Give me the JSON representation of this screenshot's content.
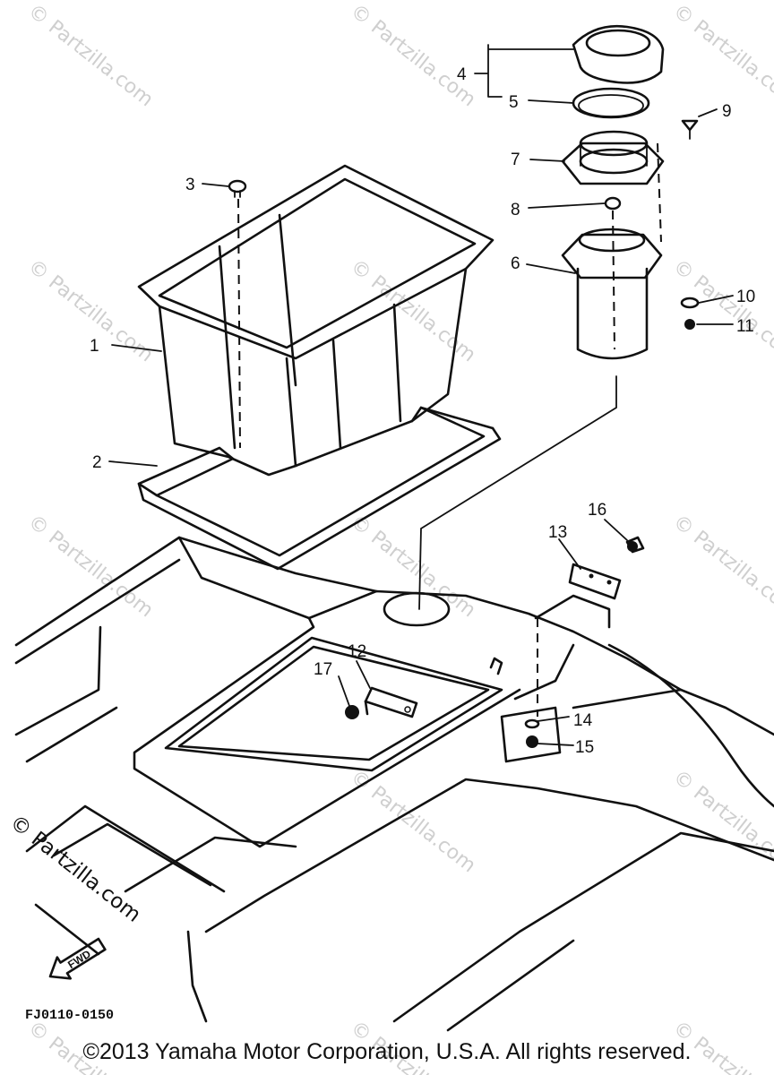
{
  "diagram": {
    "callouts": [
      "1",
      "2",
      "3",
      "4",
      "5",
      "6",
      "7",
      "8",
      "9",
      "10",
      "11",
      "12",
      "13",
      "14",
      "15",
      "16",
      "17"
    ],
    "fwd_label": "FWD",
    "figure_code": "FJ0110-0150",
    "watermark": "© Partzilla.com",
    "copyright": "©2013 Yamaha Motor Corporation, U.S.A. All rights reserved."
  }
}
